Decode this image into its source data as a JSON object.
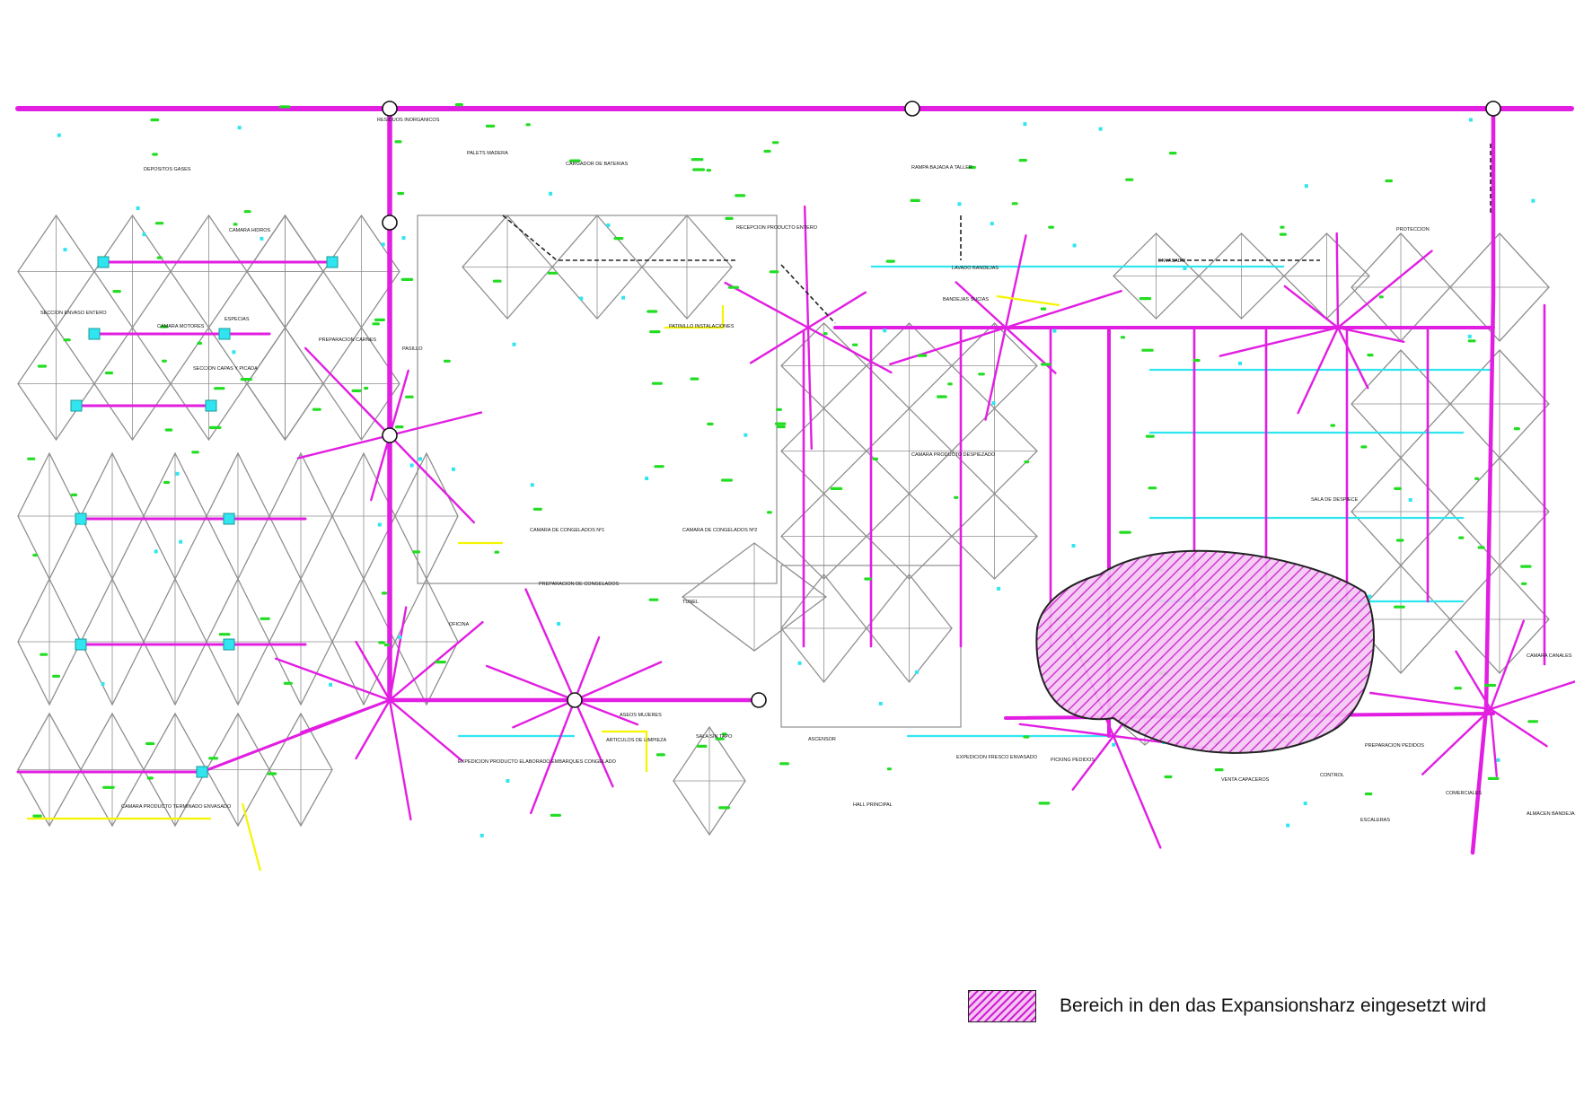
{
  "colors": {
    "drain_pipe": "#e21ee2",
    "cyan_pipe": "#2fe6f0",
    "grid": "#8f8f8f",
    "green_label": "#22dd22",
    "yellow_label": "#f5f500",
    "black_line": "#222222",
    "hatch": "#cc22cc"
  },
  "rooms": [
    "DEPOSITOS GASES",
    "RESIDUOS INORGANICOS",
    "PALETS MADERA",
    "CARGADOR DE BATERIAS",
    "RAMPA BAJADA A TALLER",
    "CAMARA HIDROS",
    "CAMARA MOTORES",
    "ESPECIAS",
    "SECCION ENVASO ENTERO",
    "SECCION CAPAS Y PICADA",
    "PREPARACION CARNES",
    "PASILLO",
    "CAMARA DE CONGELADOS Nº1",
    "CAMARA DE CONGELADOS Nº2",
    "PREPARACION DE CONGELADOS",
    "TUNEL",
    "OFICINA",
    "ASEOS MUJERES",
    "ARTICULOS DE LIMPIEZA",
    "SALA SIN TAPO",
    "ASCENSOR",
    "EXPEDICION PRODUCTO ELABORADO EMBARQUES CONGELADO",
    "CAMARA PRODUCTO TERMINADO ENVASADO",
    "HALL PRINCIPAL",
    "EXPEDICION FRESCO ENVASADO",
    "PICKING PEDIDOS",
    "VENTA CAPACEROS",
    "CONTROL",
    "ESCALERAS",
    "COMERCIALES",
    "PREPARACION PEDIDOS",
    "CAMARA CANALES",
    "SALA DE DESPIECE",
    "CAMARA PRODUCTO DESPIEZADO",
    "LAVADO BANDEJAS",
    "BANDEJAS SUCIAS",
    "PATINILLO INSTALACIONES",
    "PROTECCION",
    "ALMACEN BANDEJAS",
    "RECEPCION PRODUCTO ENTERO",
    "ENVASADO"
  ],
  "legend": {
    "label": "Bereich in den das Expansionsharz eingesetzt wird"
  }
}
